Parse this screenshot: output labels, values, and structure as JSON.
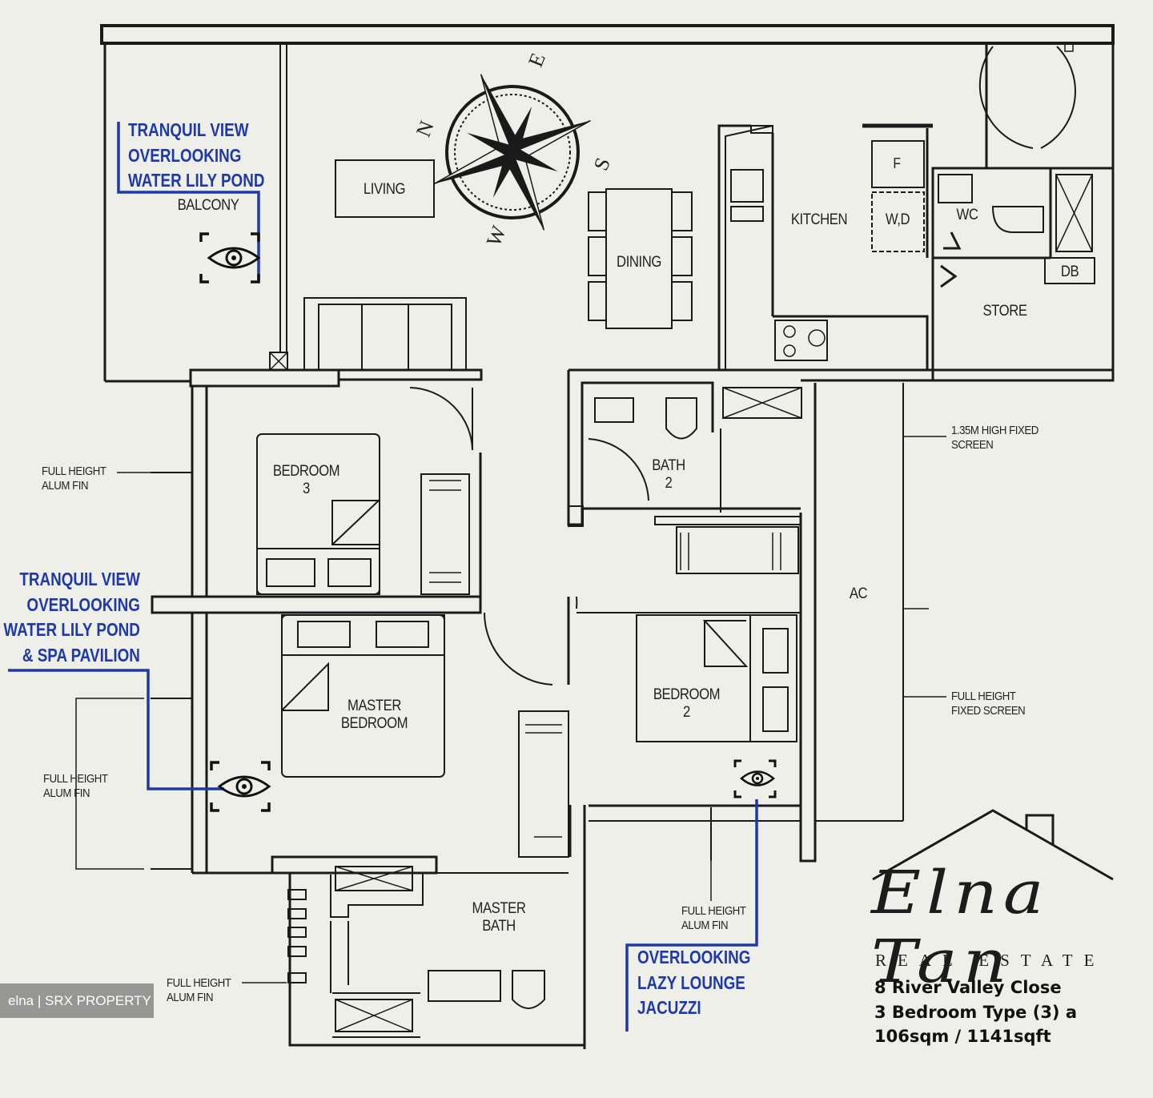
{
  "rooms": {
    "living": "LIVING",
    "dining": "DINING",
    "kitchen": "KITCHEN",
    "balcony": "BALCONY",
    "wc": "WC",
    "store": "STORE",
    "db": "DB",
    "fridge": "F",
    "washer_dryer": "W,D",
    "bath2_line1": "BATH",
    "bath2_line2": "2",
    "bedroom3_line1": "BEDROOM",
    "bedroom3_line2": "3",
    "bedroom2_line1": "BEDROOM",
    "bedroom2_line2": "2",
    "master_bedroom_line1": "MASTER",
    "master_bedroom_line2": "BEDROOM",
    "master_bath_line1": "MASTER",
    "master_bath_line2": "BATH",
    "ac": "AC"
  },
  "notes": {
    "fin1_line1": "FULL HEIGHT",
    "fin1_line2": "ALUM FIN",
    "fin2_line1": "FULL HEIGHT",
    "fin2_line2": "ALUM FIN",
    "fin3_line1": "FULL HEIGHT",
    "fin3_line2": "ALUM FIN",
    "fin4_line1": "FULL HEIGHT",
    "fin4_line2": "ALUM FIN",
    "screen1_line1": "1.35M HIGH FIXED",
    "screen1_line2": "SCREEN",
    "screen2_line1": "FULL HEIGHT",
    "screen2_line2": "FIXED SCREEN"
  },
  "compass": {
    "north": "N",
    "east": "E",
    "south": "S",
    "west": "W"
  },
  "views": {
    "balcony_view": [
      "TRANQUIL VIEW",
      "OVERLOOKING",
      "WATER LILY POND"
    ],
    "master_view": [
      "TRANQUIL VIEW",
      "OVERLOOKING",
      "WATER LILY POND",
      "& SPA PAVILION"
    ],
    "bedroom2_view": [
      "OVERLOOKING",
      "LAZY LOUNGE",
      "JACUZZI"
    ]
  },
  "branding": {
    "signature": "Elna Tan",
    "subtitle": "REAL ESTATE",
    "address": "8 River Valley Close",
    "unit_type": "3 Bedroom Type (3) a",
    "size": "106sqm / 1141sqft"
  },
  "watermark": "elna | SRX PROPERTY",
  "colors": {
    "background": "#efefea",
    "wall": "#1a1a1a",
    "annotation_blue": "#1f3aa8"
  }
}
